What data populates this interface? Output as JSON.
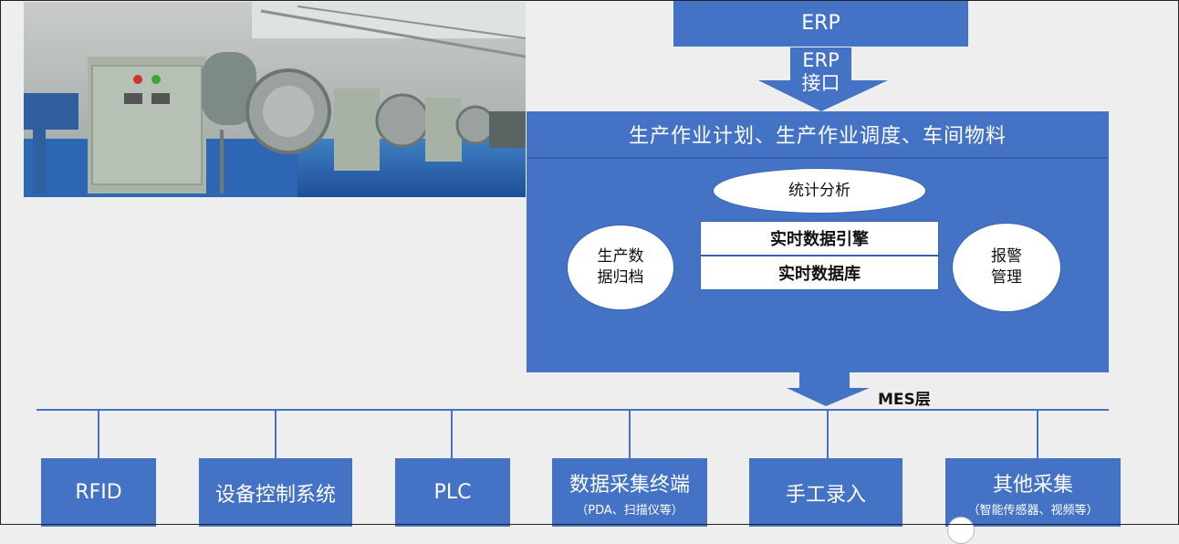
{
  "erp": {
    "label": "ERP"
  },
  "erp_interface": {
    "line1": "ERP",
    "line2": "接口"
  },
  "mes": {
    "title": "生产作业计划、生产作业调度、车间物料",
    "stat": "统计分析",
    "archive_line1": "生产数",
    "archive_line2": "据归档",
    "engine": "实时数据引擎",
    "db": "实时数据库",
    "alarm_line1": "报警",
    "alarm_line2": "管理"
  },
  "mes_layer_label": "MES层",
  "devices": [
    {
      "label": "RFID",
      "sub": ""
    },
    {
      "label": "设备控制系统",
      "sub": ""
    },
    {
      "label": "PLC",
      "sub": ""
    },
    {
      "label": "数据采集终端",
      "sub": "（PDA、扫描仪等）"
    },
    {
      "label": "手工录入",
      "sub": ""
    },
    {
      "label": "其他采集",
      "sub": "（智能传感器、视频等）"
    }
  ],
  "colors": {
    "box": "#4472c4",
    "line": "#4472c4",
    "background": "#eeeeee"
  }
}
